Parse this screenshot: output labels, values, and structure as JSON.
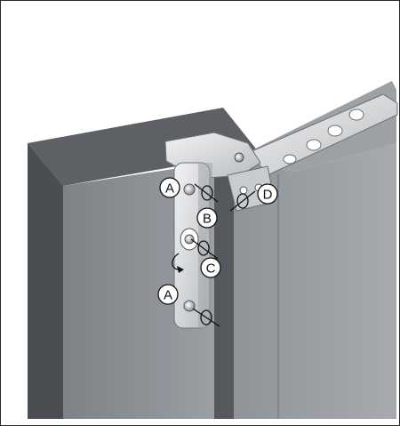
{
  "callouts": {
    "a_top": "A",
    "b": "B",
    "c": "C",
    "d": "D",
    "a_bottom": "A"
  },
  "colors": {
    "background": "#ffffff",
    "panel_face": "#8a8f94",
    "panel_top": "#5f6266",
    "panel_left": "#4b4e52",
    "hinge_metal": "#d8dadc"
  }
}
